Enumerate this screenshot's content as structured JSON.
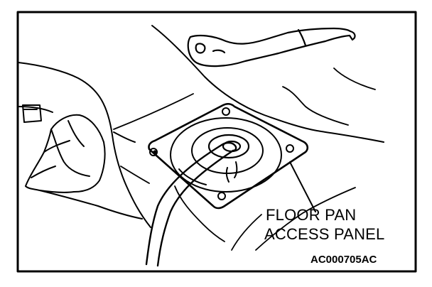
{
  "diagram": {
    "callout": {
      "line1": "FLOOR PAN",
      "line2": "ACCESS PANEL"
    },
    "figure_code": "AC000705AC",
    "colors": {
      "ink": "#000000",
      "paper": "#ffffff"
    }
  }
}
